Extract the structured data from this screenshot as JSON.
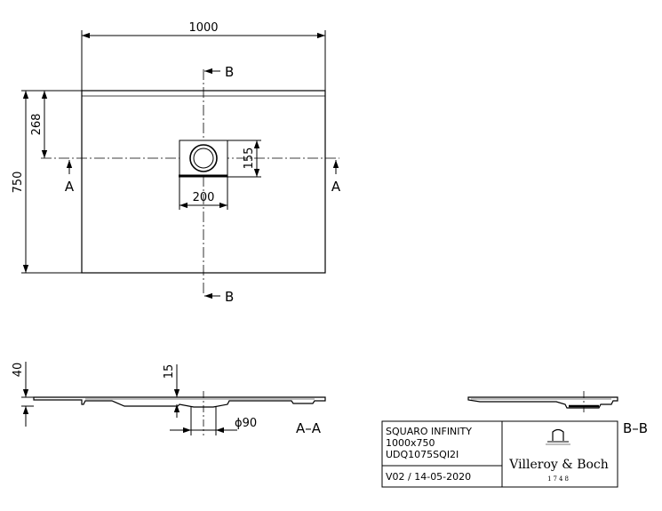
{
  "plan_view": {
    "dim_width": "1000",
    "dim_depth": "750",
    "dim_drain_offset": "268",
    "dim_drain_box_height": "155",
    "dim_drain_box_width": "200",
    "section_marker_a": "A",
    "section_marker_b": "B"
  },
  "section_a_view": {
    "dim_height_total": "40",
    "dim_height_drain": "15",
    "dim_outlet_diameter": "ϕ90",
    "label": "A–A"
  },
  "section_b_view": {
    "label": "B–B"
  },
  "title_block": {
    "product_name": "SQUARO INFINITY",
    "size": "1000x750",
    "article_code": "UDQ1075SQI2I",
    "version_date": "V02 / 14-05-2020",
    "brand_name": "Villeroy & Boch",
    "brand_year": "1748"
  },
  "colors": {
    "line": "#000000",
    "background": "#ffffff"
  }
}
